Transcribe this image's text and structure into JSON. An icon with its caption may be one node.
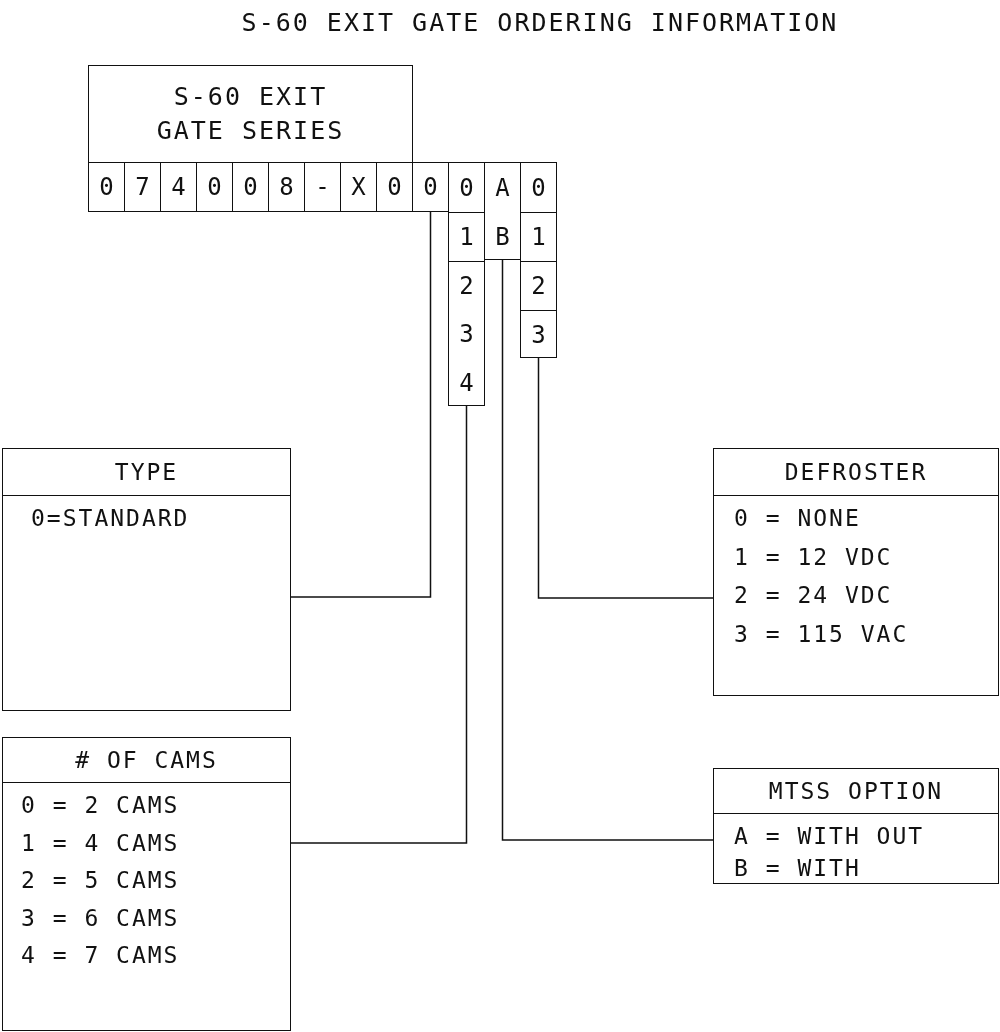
{
  "diagram": {
    "title": "S-60 EXIT GATE ORDERING INFORMATION",
    "nodes": [
      {
        "text": [
          "S-60 EXIT GATE SERIES"
        ]
      },
      {
        "text": [
          "0"
        ]
      },
      {
        "text": [
          "7"
        ]
      },
      {
        "text": [
          "4"
        ]
      },
      {
        "text": [
          "0"
        ]
      },
      {
        "text": [
          "0"
        ]
      },
      {
        "text": [
          "8"
        ]
      },
      {
        "text": [
          "-"
        ]
      },
      {
        "text": [
          "X"
        ]
      },
      {
        "text": [
          "0"
        ]
      },
      {
        "text": [
          "0"
        ]
      },
      {
        "text": [
          "0",
          "1",
          "2",
          "3",
          "4"
        ]
      },
      {
        "text": [
          "A",
          "B"
        ]
      },
      {
        "text": [
          "0",
          "1",
          "2",
          "3"
        ]
      },
      {
        "text": [
          "TYPE",
          "0=STANDARD"
        ]
      },
      {
        "text": [
          "DEFROSTER",
          "0 = NONE",
          "1 = 12 VDC",
          "2 = 24 VDC",
          "3 = 115 VAC"
        ]
      },
      {
        "text": [
          "# OF CAMS",
          "0 = 2 CAMS",
          "1 = 4 CAMS",
          "2 = 5 CAMS",
          "3 = 6 CAMS",
          "4 = 7 CAMS"
        ]
      },
      {
        "text": [
          "MTSS OPTION",
          "A = WITH OUT",
          "B = WITH"
        ]
      }
    ],
    "edges": [
      {
        "from": 10,
        "to": 14,
        "arrow": "none"
      },
      {
        "from": 11,
        "to": 16,
        "arrow": "none"
      },
      {
        "from": 12,
        "to": 17,
        "arrow": "none"
      },
      {
        "from": 13,
        "to": 15,
        "arrow": "none"
      }
    ]
  }
}
